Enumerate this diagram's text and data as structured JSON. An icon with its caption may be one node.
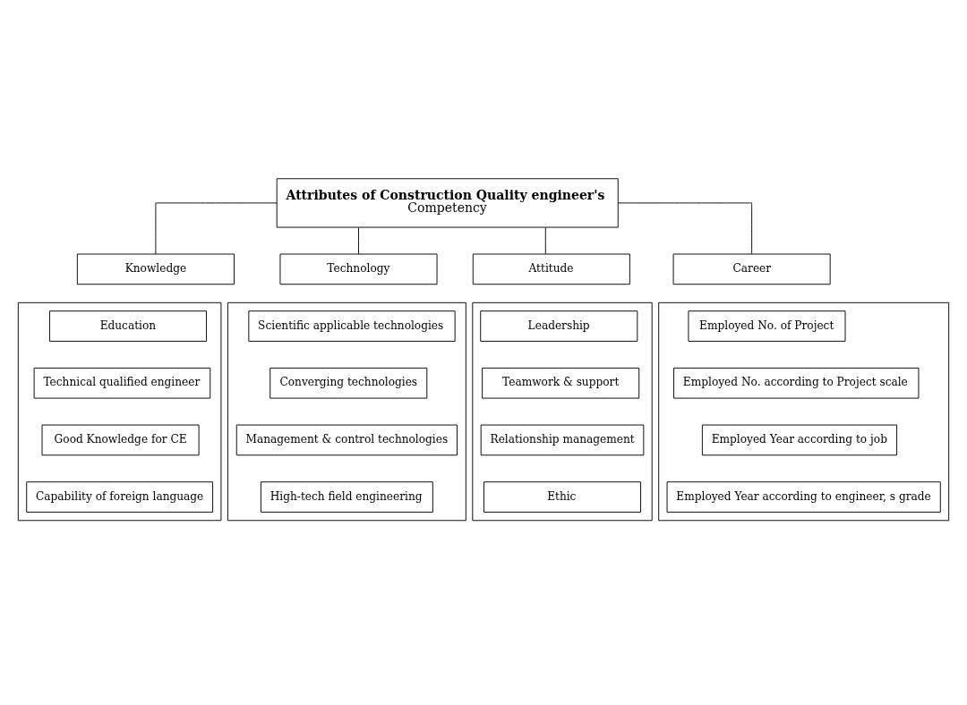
{
  "diagram": {
    "nodes": [
      {
        "text": [
          "Attributes of Construction Quality engineer's",
          "Competency"
        ]
      },
      {
        "text": [
          "Knowledge"
        ]
      },
      {
        "text": [
          "Technology"
        ]
      },
      {
        "text": [
          "Attitude"
        ]
      },
      {
        "text": [
          "Career"
        ]
      },
      {
        "text": [],
        "shape": "box"
      },
      {
        "text": [
          "Education"
        ],
        "in": 5
      },
      {
        "text": [
          "Technical qualified engineer"
        ],
        "in": 5
      },
      {
        "text": [
          "Good Knowledge for CE"
        ],
        "in": 5
      },
      {
        "text": [
          "Capability of foreign language"
        ],
        "in": 5
      },
      {
        "text": [],
        "shape": "box"
      },
      {
        "text": [
          "Scientific applicable technologies"
        ],
        "in": 10
      },
      {
        "text": [
          "Converging technologies"
        ],
        "in": 10
      },
      {
        "text": [
          "Management & control technologies"
        ],
        "in": 10
      },
      {
        "text": [
          "High-tech field engineering"
        ],
        "in": 10
      },
      {
        "text": [],
        "shape": "box"
      },
      {
        "text": [
          "Leadership"
        ],
        "in": 15
      },
      {
        "text": [
          "Teamwork & support"
        ],
        "in": 15
      },
      {
        "text": [
          "Relationship management"
        ],
        "in": 15
      },
      {
        "text": [
          "Ethic"
        ],
        "in": 15
      },
      {
        "text": [],
        "shape": "box"
      },
      {
        "text": [
          "Employed No. of Project"
        ],
        "in": 20
      },
      {
        "text": [
          "Employed No. according to Project scale"
        ],
        "in": 20
      },
      {
        "text": [
          "Employed Year according to job"
        ],
        "in": 20
      },
      {
        "text": [
          "Employed Year according to engineer, s grade"
        ],
        "in": 20
      }
    ],
    "edges": [
      {
        "from": 0,
        "to": 1,
        "arrow": "none"
      },
      {
        "from": 0,
        "to": 2,
        "arrow": "none"
      },
      {
        "from": 0,
        "to": 3,
        "arrow": "none"
      },
      {
        "from": 0,
        "to": 4,
        "arrow": "none"
      }
    ]
  }
}
